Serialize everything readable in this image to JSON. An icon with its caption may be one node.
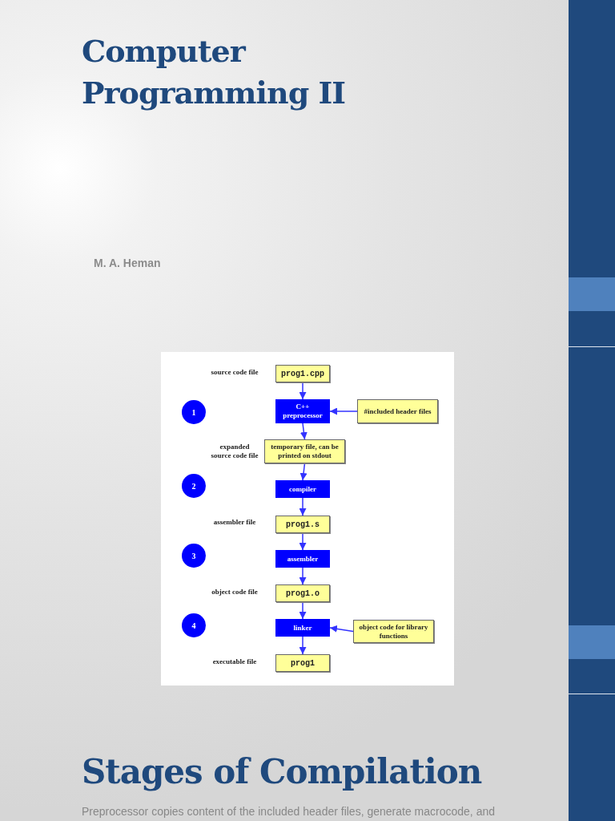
{
  "diagram": {
    "title": "Computer Programming II",
    "nodes": [
      {
        "text": [
          "prog1.cpp"
        ],
        "beside": [
          "source code file"
        ]
      },
      {
        "text": [
          "1"
        ]
      },
      {
        "text": [
          "C++ preprocessor"
        ]
      },
      {
        "text": [
          "#included header files"
        ]
      },
      {
        "text": [
          "temporary file, can be printed on stdout"
        ],
        "beside": [
          "expanded source code file"
        ]
      },
      {
        "text": [
          "2"
        ]
      },
      {
        "text": [
          "compiler"
        ]
      },
      {
        "text": [
          "prog1.s"
        ],
        "beside": [
          "assembler file"
        ]
      },
      {
        "text": [
          "3"
        ]
      },
      {
        "text": [
          "assembler"
        ]
      },
      {
        "text": [
          "prog1.o"
        ],
        "beside": [
          "object code file"
        ]
      },
      {
        "text": [
          "4"
        ]
      },
      {
        "text": [
          "linker"
        ]
      },
      {
        "text": [
          "object code for library functions"
        ]
      },
      {
        "text": [
          "prog1"
        ],
        "beside": [
          "executable file"
        ]
      }
    ],
    "edges": [
      {
        "from": 0,
        "to": 2,
        "arrow": "to"
      },
      {
        "from": 3,
        "to": 2,
        "arrow": "to"
      },
      {
        "from": 2,
        "to": 4,
        "arrow": "to"
      },
      {
        "from": 4,
        "to": 6,
        "arrow": "to"
      },
      {
        "from": 6,
        "to": 7,
        "arrow": "to"
      },
      {
        "from": 7,
        "to": 9,
        "arrow": "to"
      },
      {
        "from": 9,
        "to": 10,
        "arrow": "to"
      },
      {
        "from": 10,
        "to": 12,
        "arrow": "to"
      },
      {
        "from": 13,
        "to": 12,
        "arrow": "to"
      },
      {
        "from": 12,
        "to": 14,
        "arrow": "to"
      }
    ],
    "labels": [
      "M. A. Heman",
      "Stages of Compilation",
      "Preprocessor copies content of the included header files, generate macrocode, and"
    ]
  }
}
